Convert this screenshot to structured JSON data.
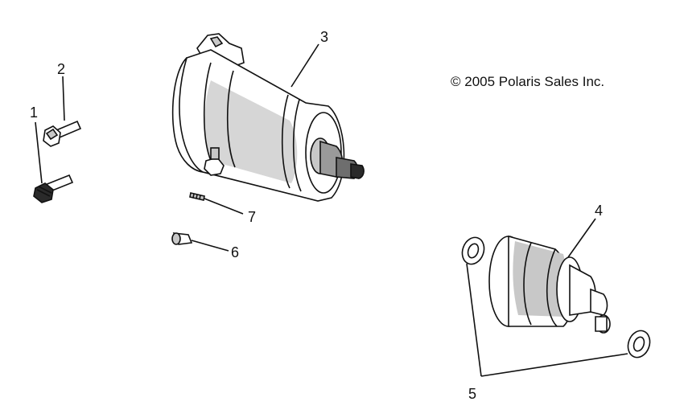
{
  "copyright": "© 2005 Polaris Sales Inc.",
  "callouts": {
    "c1": "1",
    "c2": "2",
    "c3": "3",
    "c4": "4",
    "c5": "5",
    "c6": "6",
    "c7": "7"
  },
  "colors": {
    "ink": "#111111",
    "shade": "#c8c8c8",
    "background": "#ffffff"
  }
}
